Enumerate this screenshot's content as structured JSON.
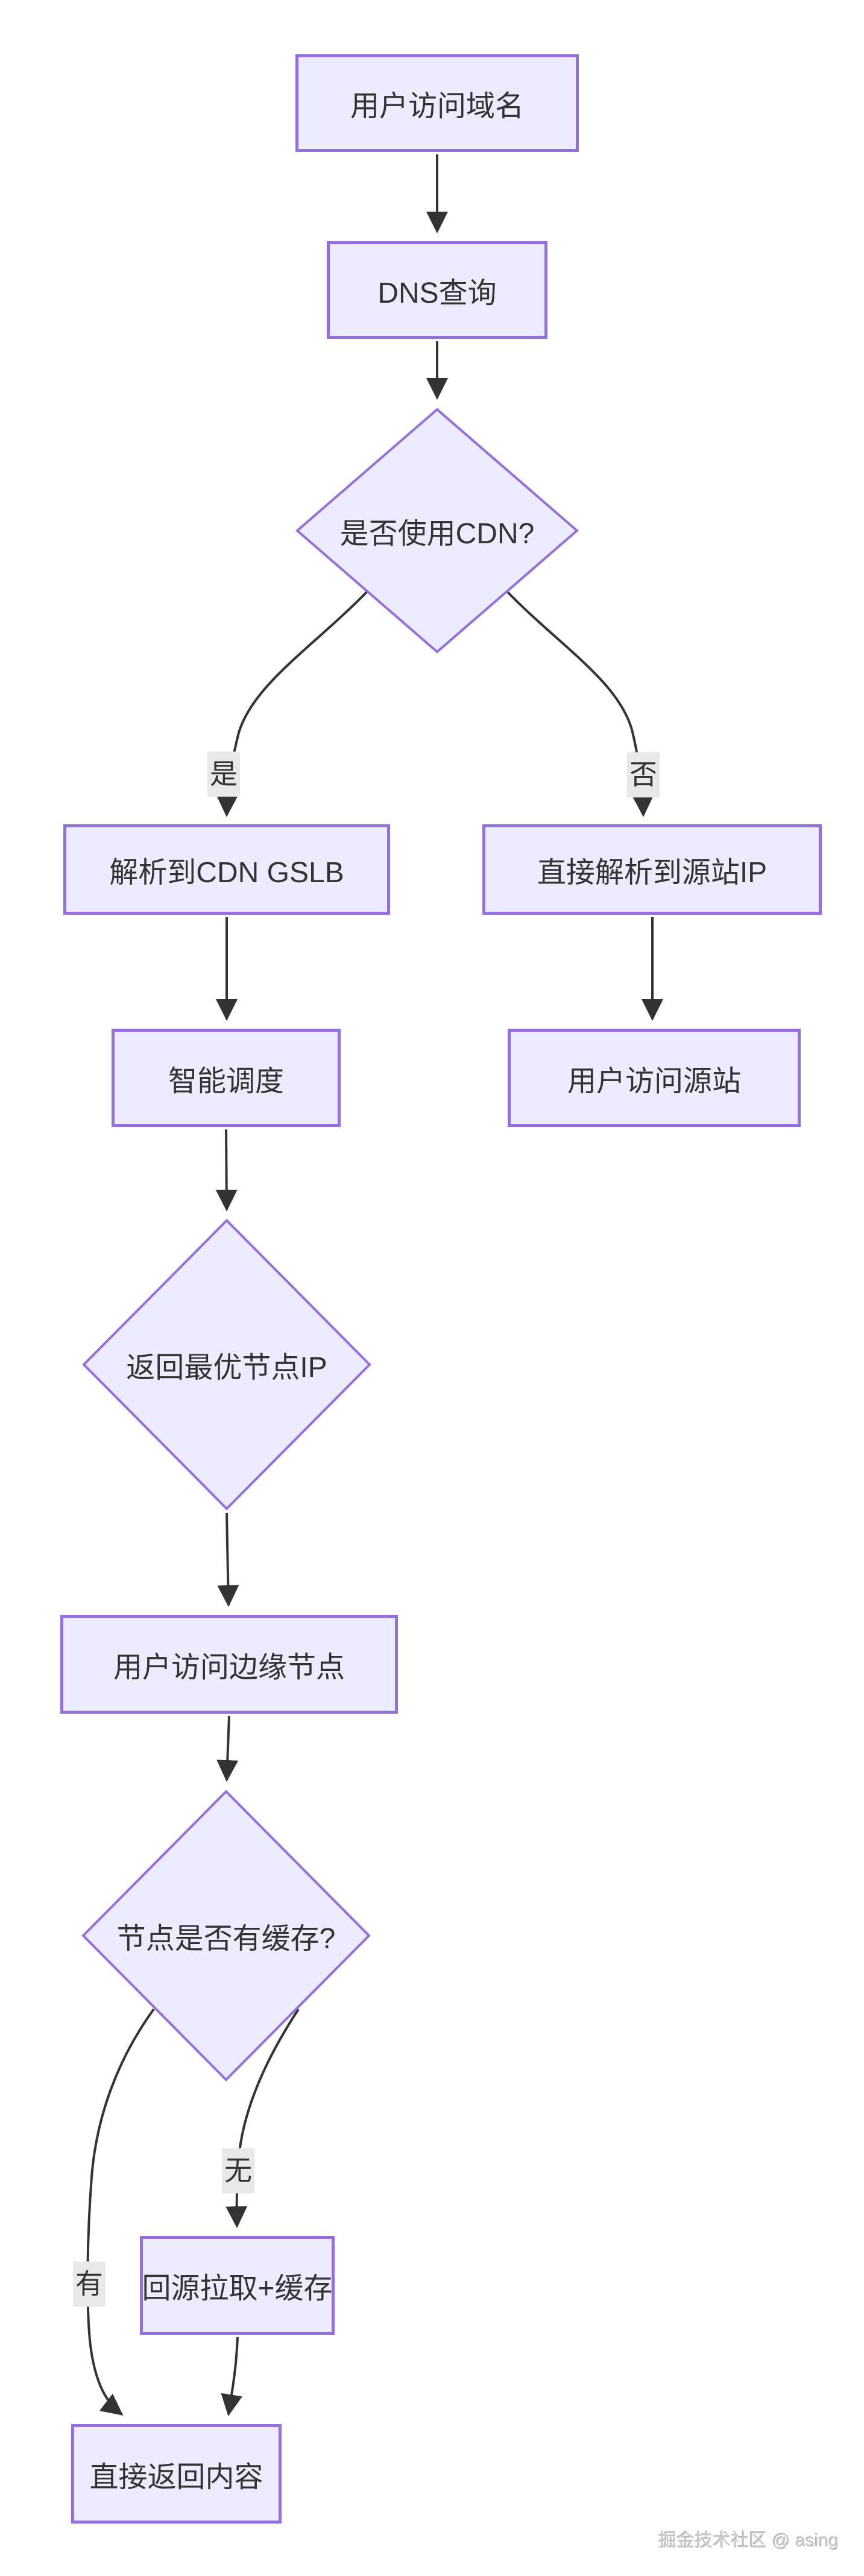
{
  "theme": {
    "node-fill": "#ECECFF",
    "node-border": "#9370DB",
    "edge-color": "#333333",
    "text-color": "#333333",
    "label-bg": "#e8e8e8",
    "canvas-bg": "#ffffff",
    "watermark-color": "#cbc7c7"
  },
  "diagram": {
    "type": "flowchart",
    "direction": "top-down",
    "nodes": [
      {
        "id": "user-domain",
        "shape": "rect",
        "label": "用户访问域名"
      },
      {
        "id": "dns-query",
        "shape": "rect",
        "label": "DNS查询"
      },
      {
        "id": "use-cdn",
        "shape": "diamond",
        "label": "是否使用CDN?"
      },
      {
        "id": "cdn-gslb",
        "shape": "rect",
        "label": "解析到CDN GSLB"
      },
      {
        "id": "origin-ip",
        "shape": "rect",
        "label": "直接解析到源站IP"
      },
      {
        "id": "smart-scheduling",
        "shape": "rect",
        "label": "智能调度"
      },
      {
        "id": "user-origin",
        "shape": "rect",
        "label": "用户访问源站"
      },
      {
        "id": "best-node-ip",
        "shape": "diamond",
        "label": "返回最优节点IP"
      },
      {
        "id": "edge-node",
        "shape": "rect",
        "label": "用户访问边缘节点"
      },
      {
        "id": "cache-check",
        "shape": "diamond",
        "label": "节点是否有缓存?"
      },
      {
        "id": "origin-fetch",
        "shape": "rect",
        "label": "回源拉取+缓存"
      },
      {
        "id": "return-content",
        "shape": "rect",
        "label": "直接返回内容"
      }
    ],
    "edges": [
      {
        "from": "user-domain",
        "to": "dns-query",
        "label": ""
      },
      {
        "from": "dns-query",
        "to": "use-cdn",
        "label": ""
      },
      {
        "from": "use-cdn",
        "to": "cdn-gslb",
        "label": "是"
      },
      {
        "from": "use-cdn",
        "to": "origin-ip",
        "label": "否"
      },
      {
        "from": "cdn-gslb",
        "to": "smart-scheduling",
        "label": ""
      },
      {
        "from": "origin-ip",
        "to": "user-origin",
        "label": ""
      },
      {
        "from": "smart-scheduling",
        "to": "best-node-ip",
        "label": ""
      },
      {
        "from": "best-node-ip",
        "to": "edge-node",
        "label": ""
      },
      {
        "from": "edge-node",
        "to": "cache-check",
        "label": ""
      },
      {
        "from": "cache-check",
        "to": "return-content",
        "label": "有"
      },
      {
        "from": "cache-check",
        "to": "origin-fetch",
        "label": "无"
      },
      {
        "from": "origin-fetch",
        "to": "return-content",
        "label": ""
      }
    ]
  },
  "watermark": "掘金技术社区 @ asing"
}
